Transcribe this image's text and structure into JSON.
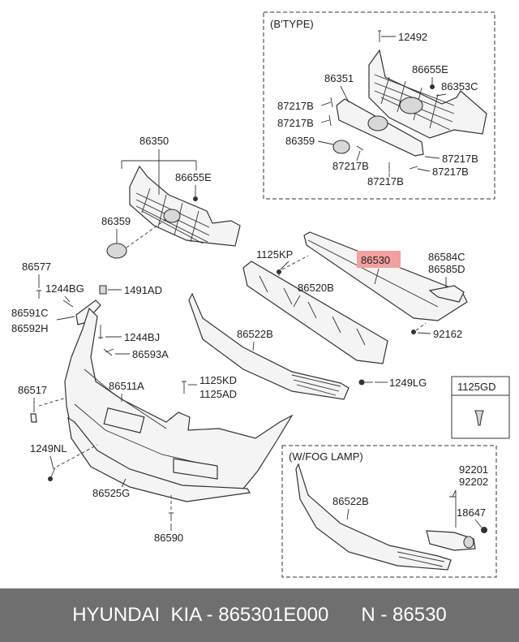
{
  "diagram": {
    "parts": {
      "p12492": "12492",
      "p86655E_b": "86655E",
      "p86351": "86351",
      "p86353C": "86353C",
      "p87217B_1": "87217B",
      "p87217B_2": "87217B",
      "p86359_b": "86359",
      "p87217B_3": "87217B",
      "p87217B_4": "87217B",
      "p87217B_5": "87217B",
      "p87217B_6": "87217B",
      "p86350": "86350",
      "p86655E": "86655E",
      "p86359": "86359",
      "p1125KP": "1125KP",
      "p86530": "86530",
      "p86584C": "86584C",
      "p86585D": "86585D",
      "p86577": "86577",
      "p1244BG": "1244BG",
      "p1491AD": "1491AD",
      "p86520B": "86520B",
      "p86591C": "86591C",
      "p86592H": "86592H",
      "p92162": "92162",
      "p1244BJ": "1244BJ",
      "p86522B": "86522B",
      "p86593A": "86593A",
      "p1125KD": "1125KD",
      "p1125AD": "1125AD",
      "p1249LG": "1249LG",
      "p86517": "86517",
      "p86511A": "86511A",
      "p1125GD": "1125GD",
      "p1249NL": "1249NL",
      "p86525G": "86525G",
      "p86590": "86590",
      "p86522B_f": "86522B",
      "p92201": "92201",
      "p92202": "92202",
      "p18647": "18647"
    },
    "boxes": {
      "btype_title": "(B'TYPE)",
      "foglamp_title": "(W/FOG LAMP)"
    },
    "highlight_part": "86530",
    "highlight_color": "#f2a0a0"
  },
  "footer": {
    "text": "HYUNDAI  KIA - 865301E000      N - 86530"
  }
}
